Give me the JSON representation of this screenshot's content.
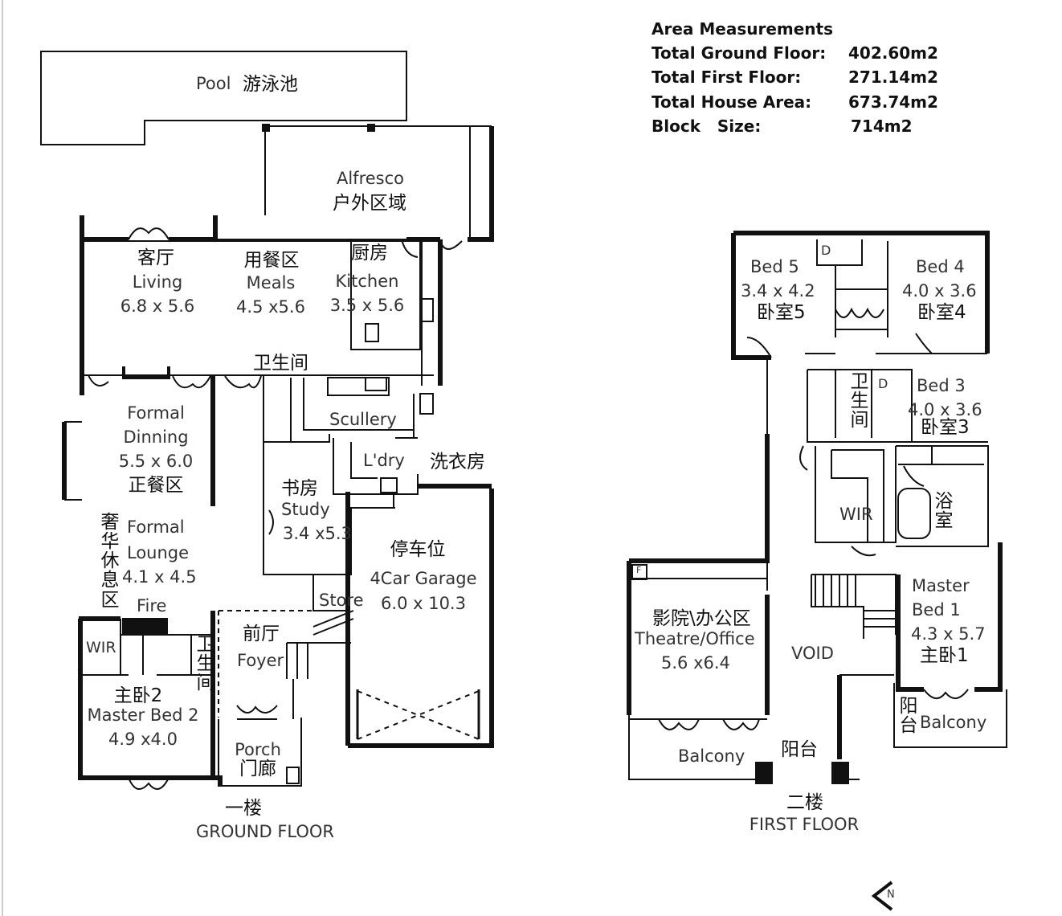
{
  "area_measurements": {
    "title": "Area Measurements",
    "rows": [
      {
        "label": "Total Ground Floor:",
        "value": "402.60m2"
      },
      {
        "label": "Total First Floor:",
        "value": "271.14m2"
      },
      {
        "label": "Total House Area:",
        "value": "673.74m2"
      },
      {
        "label": "Block   Size:",
        "value": "714m2"
      }
    ]
  },
  "ground_floor": {
    "title_cn": "一楼",
    "title_en": "GROUND FLOOR",
    "pool": {
      "en": "Pool",
      "cn": "游泳池"
    },
    "alfresco": {
      "en": "Alfresco",
      "cn": "户外区域"
    },
    "living": {
      "cn": "客厅",
      "en": "Living",
      "size": "6.8 x 5.6"
    },
    "meals": {
      "cn": "用餐区",
      "en": "Meals",
      "size": "4.5 x5.6"
    },
    "kitchen": {
      "cn": "厨房",
      "en": "Kitchen",
      "size": "3.5 x 5.6"
    },
    "wc_top": {
      "cn": "卫生间"
    },
    "scullery": {
      "en": "Scullery"
    },
    "laundry": {
      "en": "L'dry",
      "cn": "洗衣房"
    },
    "formal_dining": {
      "en1": "Formal",
      "en2": "Dinning",
      "size": "5.5 x 6.0",
      "cn": "正餐区"
    },
    "study": {
      "cn": "书房",
      "en": "Study",
      "size": "3.4 x5.3"
    },
    "formal_lounge": {
      "en1": "Formal",
      "en2": "Lounge",
      "size": "4.1 x 4.5",
      "cn": "奢华休息区",
      "fire": "Fire"
    },
    "garage": {
      "cn": "停车位",
      "en": "4Car Garage",
      "size": "6.0 x 10.3"
    },
    "store": {
      "en": "Store"
    },
    "foyer": {
      "cn": "前厅",
      "en": "Foyer"
    },
    "wir": {
      "en": "WIR"
    },
    "wc_side": {
      "cn": "卫生间"
    },
    "master_bed2": {
      "cn": "主卧2",
      "en": "Master Bed 2",
      "size": "4.9 x4.0"
    },
    "porch": {
      "en": "Porch",
      "cn": "门廊"
    }
  },
  "first_floor": {
    "title_cn": "二楼",
    "title_en": "FIRST FLOOR",
    "bed5": {
      "en": "Bed 5",
      "size": "3.4 x 4.2",
      "cn": "卧室5"
    },
    "bed4": {
      "en": "Bed 4",
      "size": "4.0 x 3.6",
      "cn": "卧室4"
    },
    "bed3": {
      "en": "Bed 3",
      "size": "4.0 x 3.6",
      "cn": "卧室3"
    },
    "wc": {
      "cn": "卫生间"
    },
    "bath": {
      "cn": "浴室"
    },
    "wir": {
      "en": "WIR"
    },
    "theatre": {
      "cn": "影院\\办公区",
      "en": "Theatre/Office",
      "size": "5.6 x6.4"
    },
    "void": {
      "en": "VOID"
    },
    "master_bed1": {
      "en1": "Master",
      "en2": "Bed 1",
      "size": "4.3 x 5.7",
      "cn": "主卧1"
    },
    "balcony_master": {
      "cn": "阳台",
      "en": "Balcony"
    },
    "balcony_main": {
      "en": "Balcony",
      "cn": "阳台"
    },
    "fixture_d": "D",
    "fixture_f": "F"
  },
  "north_marker": "N"
}
